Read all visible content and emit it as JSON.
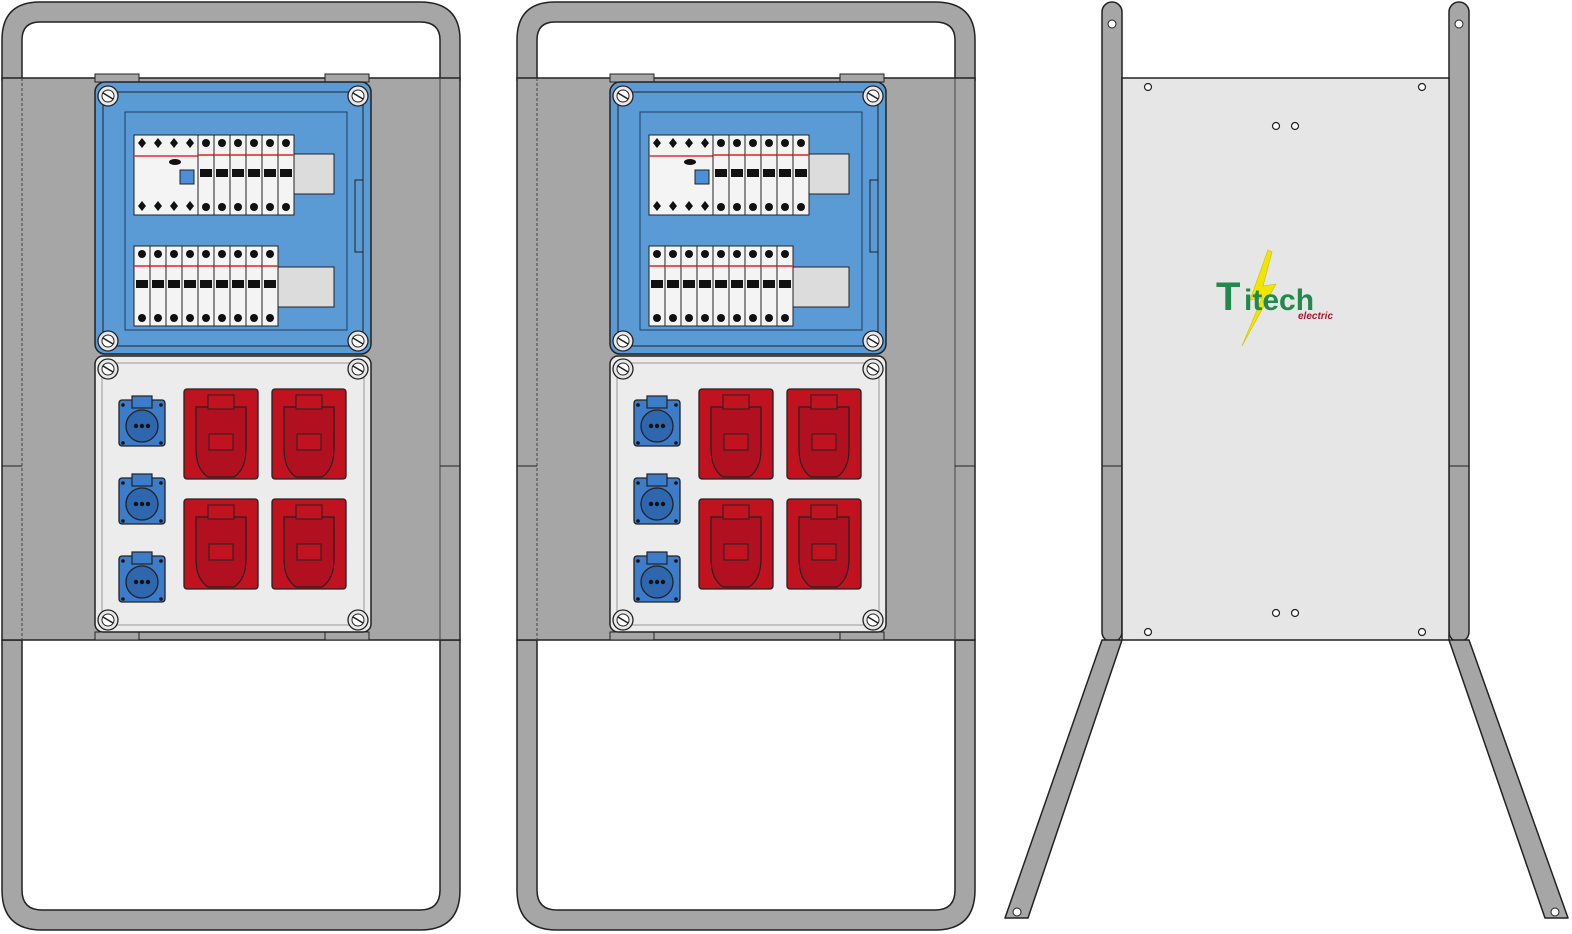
{
  "drawing": {
    "units": [
      {
        "id": "unit-front-1",
        "view": "front",
        "breaker_rows": [
          {
            "poles": 10
          },
          {
            "poles": 9
          }
        ],
        "sockets": {
          "schuko": 3,
          "cee_red": 4
        }
      },
      {
        "id": "unit-front-2",
        "view": "front",
        "breaker_rows": [
          {
            "poles": 10
          },
          {
            "poles": 9
          }
        ],
        "sockets": {
          "schuko": 3,
          "cee_red": 4
        }
      },
      {
        "id": "unit-back",
        "view": "back"
      }
    ],
    "colors": {
      "frame": "#a6a6a6",
      "panel": "#a6a6a6",
      "enclosure_blue": "#5b9bd5",
      "socket_plate": "#ececec",
      "cee_red": "#c1121f",
      "schuko_blue": "#3d7cc9",
      "back_plate": "#e6e6e6",
      "logo_green": "#1f8a4c",
      "logo_yellow": "#f2e600",
      "logo_red": "#b0142c"
    }
  },
  "logo": {
    "letter_t": "T",
    "word": "itech",
    "sub": "electric"
  }
}
